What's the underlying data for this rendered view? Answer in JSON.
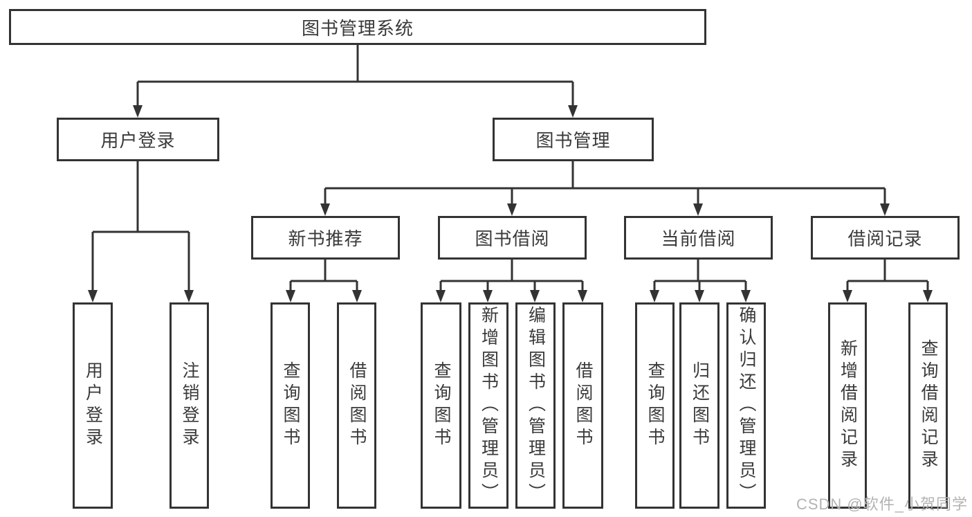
{
  "diagram": {
    "root": {
      "label": "图书管理系统"
    },
    "branches": [
      {
        "label": "用户登录",
        "children": [
          {
            "label": "用户登录"
          },
          {
            "label": "注销登录"
          }
        ]
      },
      {
        "label": "图书管理",
        "children": [
          {
            "label": "新书推荐",
            "children": [
              {
                "label": "查询图书"
              },
              {
                "label": "借阅图书"
              }
            ]
          },
          {
            "label": "图书借阅",
            "children": [
              {
                "label": "查询图书"
              },
              {
                "label": "新增图书（管理员）"
              },
              {
                "label": "编辑图书（管理员）"
              },
              {
                "label": "借阅图书"
              }
            ]
          },
          {
            "label": "当前借阅",
            "children": [
              {
                "label": "查询图书"
              },
              {
                "label": "归还图书"
              },
              {
                "label": "确认归还（管理员）"
              }
            ]
          },
          {
            "label": "借阅记录",
            "children": [
              {
                "label": "新增借阅记录"
              },
              {
                "label": "查询借阅记录"
              }
            ]
          }
        ]
      }
    ]
  },
  "watermark": {
    "text": "CSDN @软件_小贺同学"
  },
  "colors": {
    "line": "#333333",
    "node_border": "#333333",
    "node_text": "#3a3a3a",
    "background": "#ffffff",
    "watermark": "#b3b3b3"
  }
}
